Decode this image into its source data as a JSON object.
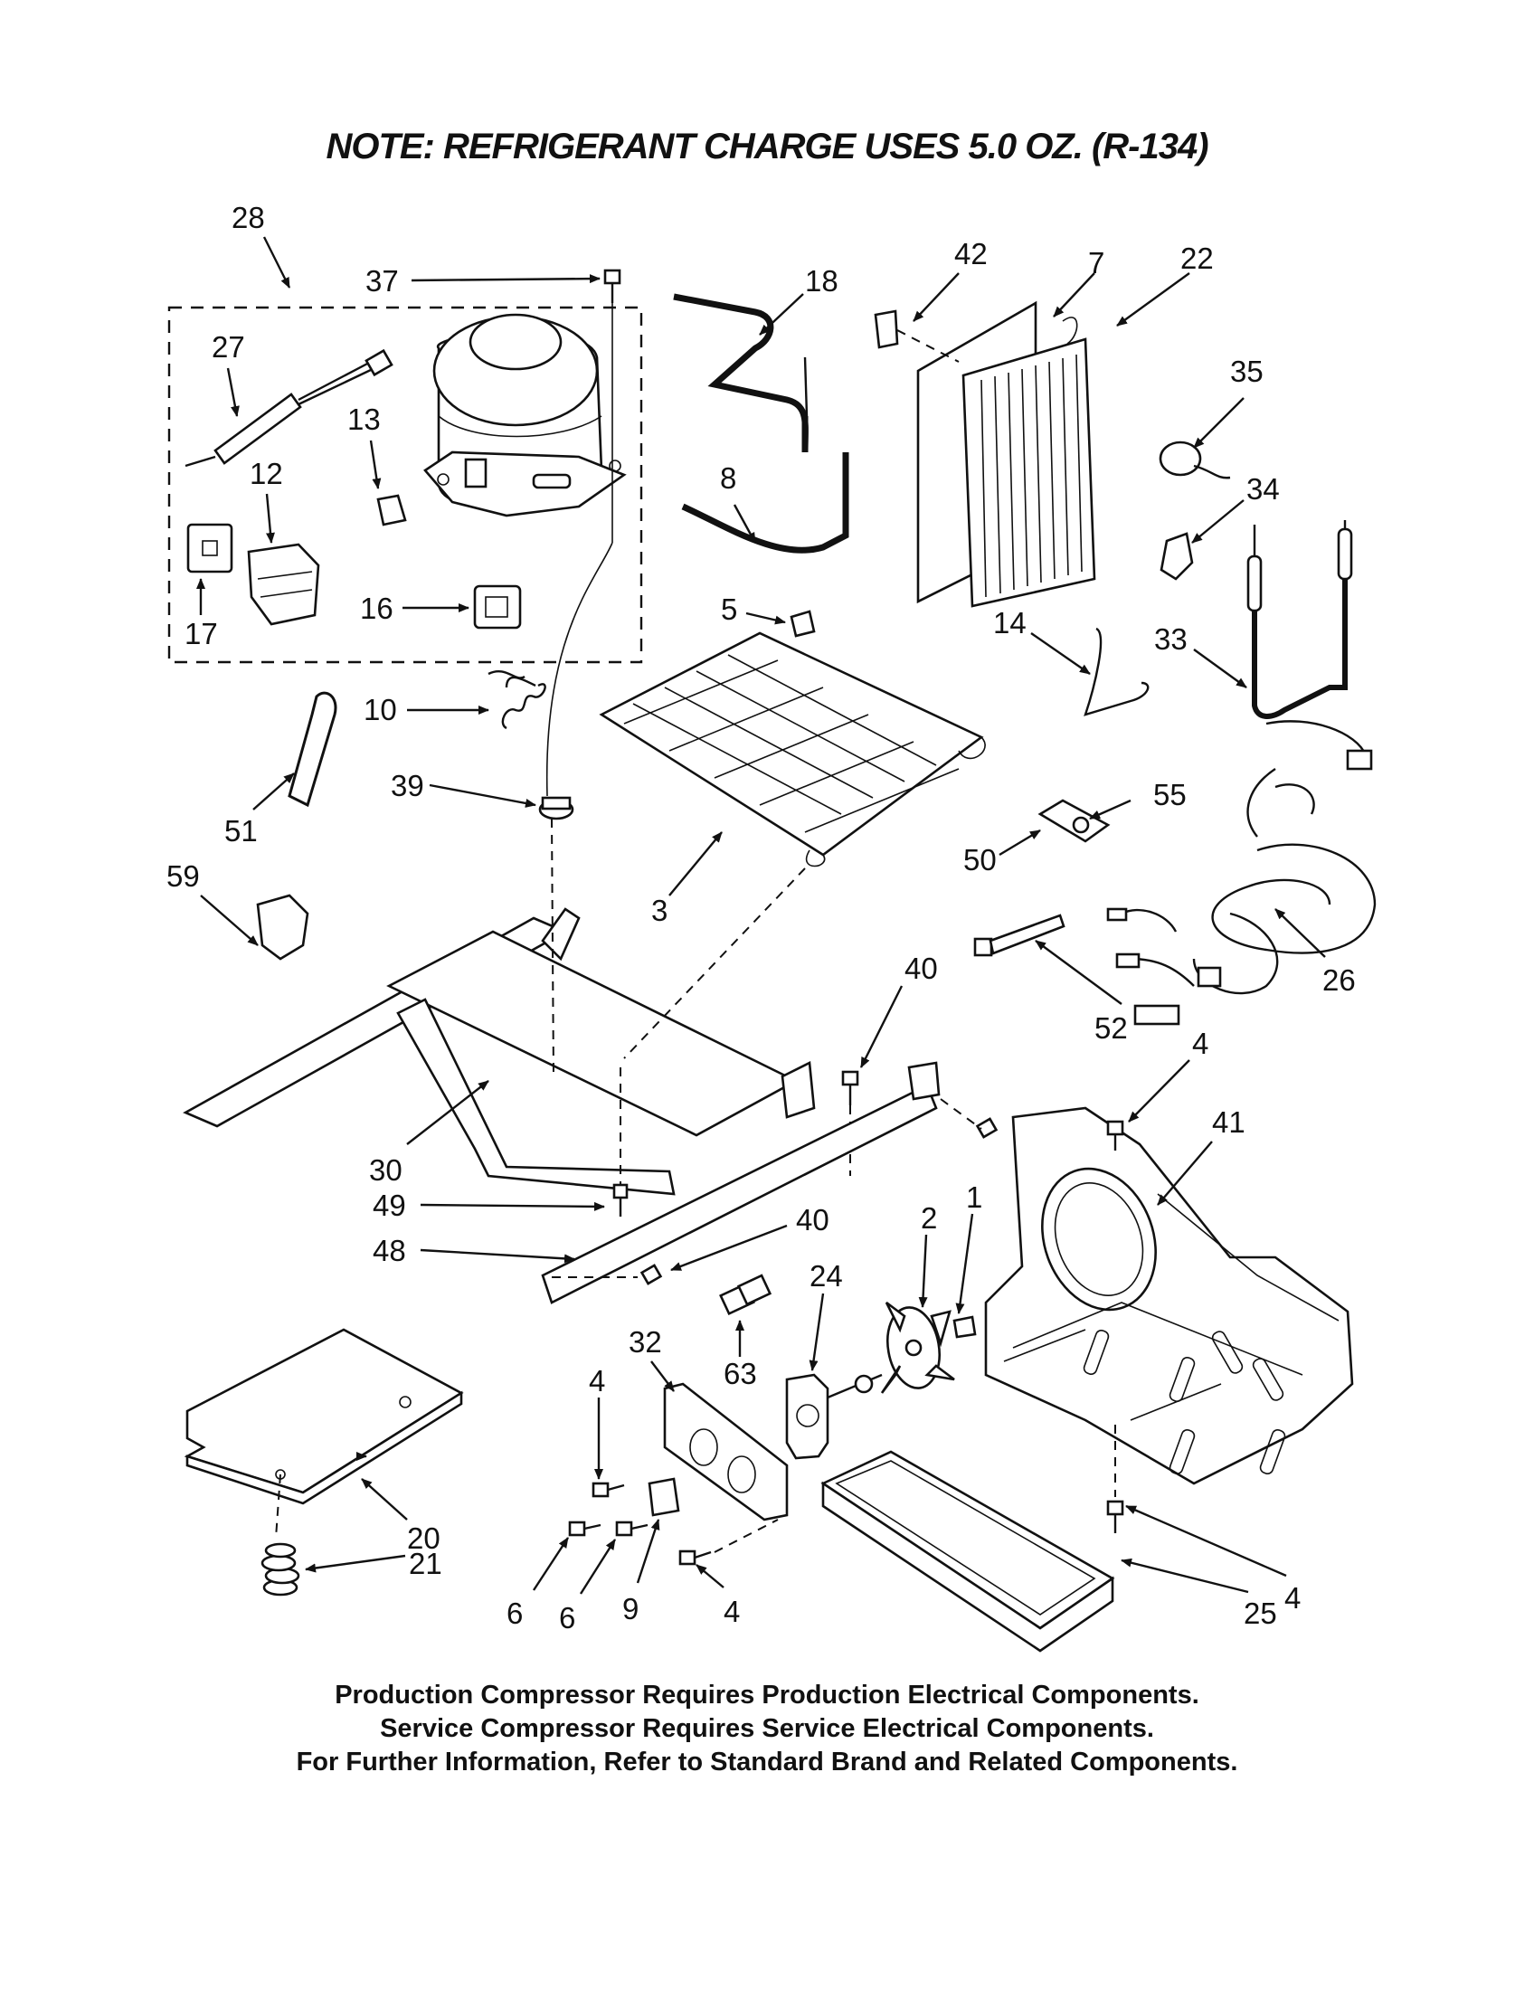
{
  "note": "NOTE: REFRIGERANT CHARGE USES 5.0 OZ. (R-134)",
  "callouts": {
    "c28": "28",
    "c37": "37",
    "c27": "27",
    "c13": "13",
    "c12": "12",
    "c17": "17",
    "c16": "16",
    "c18": "18",
    "c8": "8",
    "c42": "42",
    "c7": "7",
    "c22": "22",
    "c35": "35",
    "c34": "34",
    "c33": "33",
    "c14": "14",
    "c5": "5",
    "c10": "10",
    "c51": "51",
    "c39": "39",
    "c3": "3",
    "c55": "55",
    "c50": "50",
    "c26": "26",
    "c52": "52",
    "c59": "59",
    "c40a": "40",
    "c40b": "40",
    "c30": "30",
    "c49": "49",
    "c48": "48",
    "c4a": "4",
    "c41": "41",
    "c2": "2",
    "c1": "1",
    "c24": "24",
    "c63": "63",
    "c32": "32",
    "c4b": "4",
    "c20": "20",
    "c21": "21",
    "c6a": "6",
    "c6b": "6",
    "c9": "9",
    "c4c": "4",
    "c25": "25",
    "c4d": "4"
  },
  "footer": {
    "line1": "Production Compressor Requires Production Electrical Components.",
    "line2": "Service Compressor Requires Service Electrical Components.",
    "line3": "For Further Information, Refer to Standard Brand and Related Components."
  }
}
